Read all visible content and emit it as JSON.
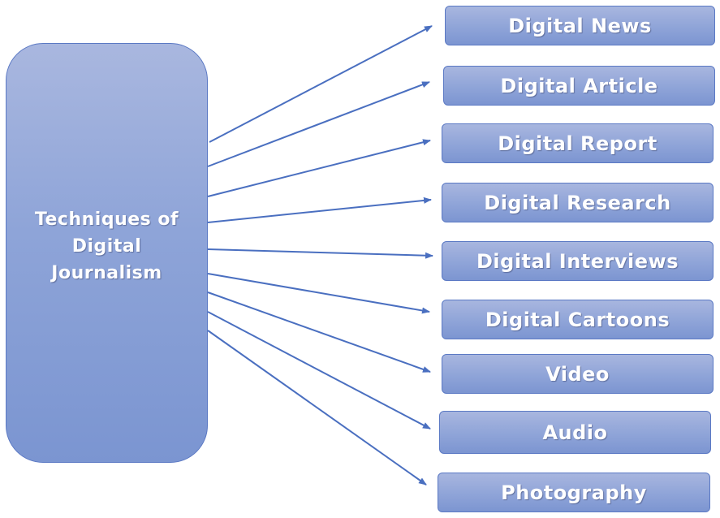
{
  "colors": {
    "box_fill_top": "#a9b7df",
    "box_fill_bottom": "#7b95d1",
    "box_border": "#5b79c4",
    "arrow": "#4a6fc0",
    "text": "#ffffff"
  },
  "diagram": {
    "root": {
      "label": "Techniques of\nDigital\nJournalism"
    },
    "techniques": [
      {
        "label": "Digital News"
      },
      {
        "label": "Digital Article"
      },
      {
        "label": "Digital Report"
      },
      {
        "label": "Digital Research"
      },
      {
        "label": "Digital Interviews"
      },
      {
        "label": "Digital Cartoons"
      },
      {
        "label": "Video"
      },
      {
        "label": "Audio"
      },
      {
        "label": "Photography"
      }
    ]
  }
}
